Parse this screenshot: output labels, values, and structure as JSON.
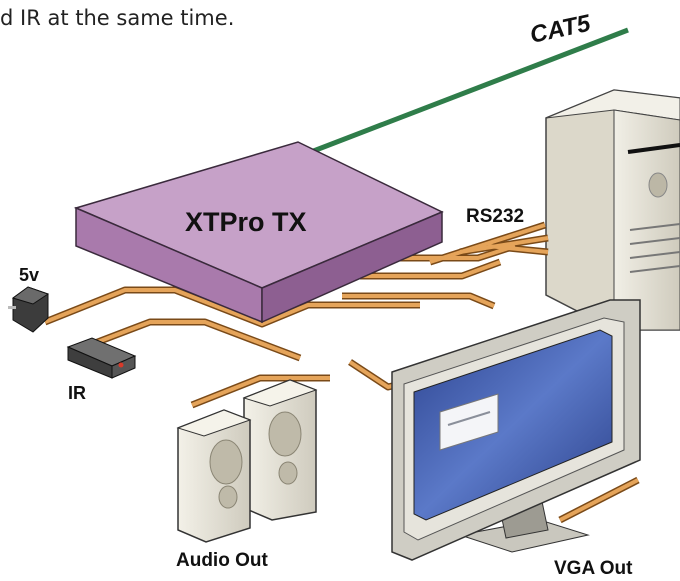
{
  "caption": "d IR at the same time.",
  "labels": {
    "cat5": "CAT5",
    "device": "XTPro TX",
    "rs232": "RS232",
    "power": "5v",
    "ir": "IR",
    "audio": "Audio Out",
    "vga": "VGA Out"
  },
  "colors": {
    "cable": "#d9923f",
    "cat5_cable": "#2f7d4a",
    "device_top": "#c6a1c8",
    "device_side": "#9a6d9e",
    "screen": "#3b57a8"
  }
}
